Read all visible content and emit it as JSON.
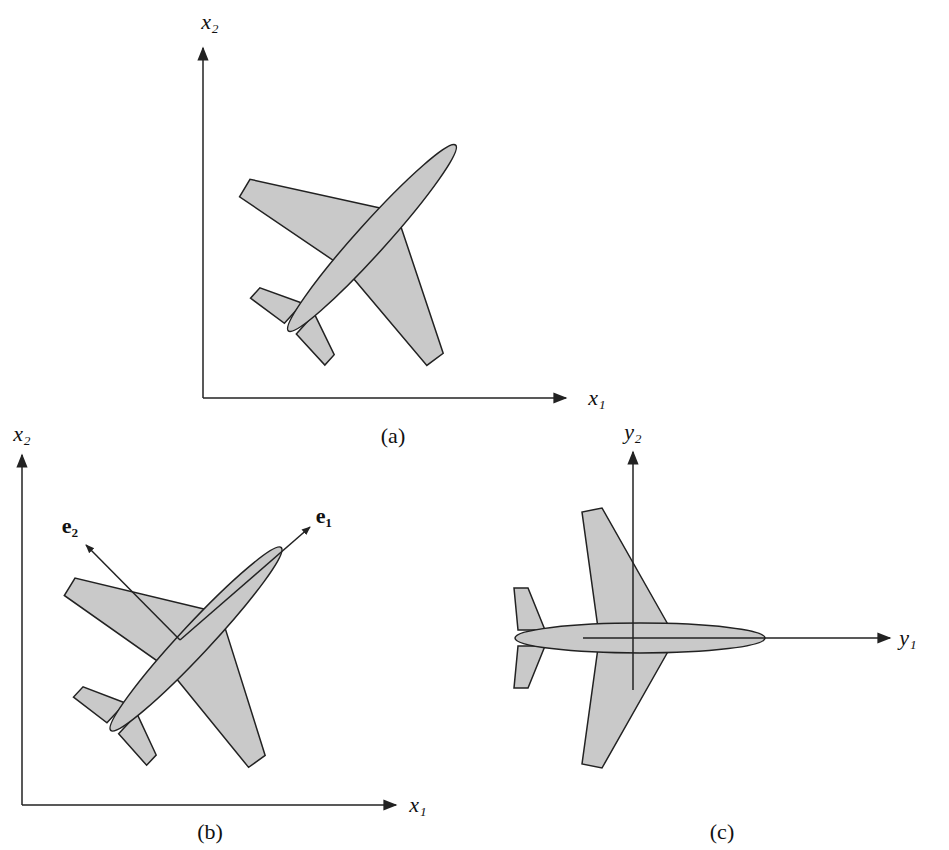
{
  "diagram": {
    "labels": [
      "x₂",
      "x₁",
      "(a)",
      "x₂",
      "e₂",
      "e₁",
      "x₁",
      "(b)",
      "y₂",
      "y₁",
      "(c)"
    ]
  }
}
